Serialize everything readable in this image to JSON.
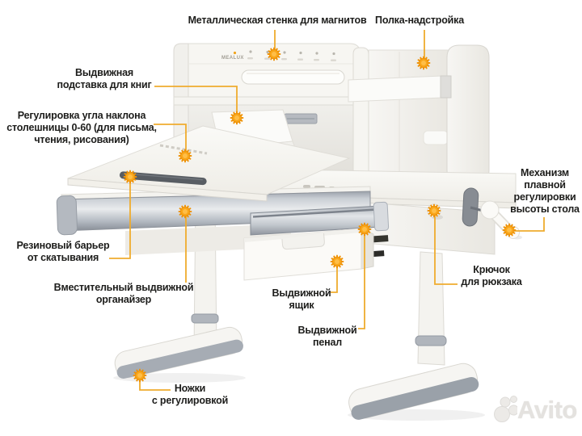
{
  "brand_logo": "MEALUX",
  "watermark": {
    "text": "Avito"
  },
  "labels": {
    "metal_wall": {
      "text": "Металлическая стенка для магнитов"
    },
    "shelf_addon": {
      "text": "Полка-надстройка"
    },
    "book_stand": {
      "text": "Выдвижная\nподставка для книг"
    },
    "tilt_adjust": {
      "text": "Регулировка угла наклона\nстолешницы 0-60 (для письма,\nчтения, рисования)"
    },
    "rubber_barrier": {
      "text": "Резиновый барьер\nот скатывания"
    },
    "organizer": {
      "text": "Вместительный выдвижной\nорганайзер"
    },
    "drawer": {
      "text": "Выдвижной\nящик"
    },
    "pencil_case": {
      "text": "Выдвижной\nпенал"
    },
    "hook": {
      "text": "Крючок\nдля рюкзака"
    },
    "height_mech": {
      "text": "Механизм\nплавной\nрегулировки\nвысоты стола"
    },
    "legs": {
      "text": "Ножки\nс регулировкой"
    }
  },
  "colors": {
    "marker": "#F9A61A",
    "marker-edge": "#EE9207",
    "line": "#EFAC2E",
    "text": "#1d1d1b",
    "watermark": "#e4e2df"
  }
}
